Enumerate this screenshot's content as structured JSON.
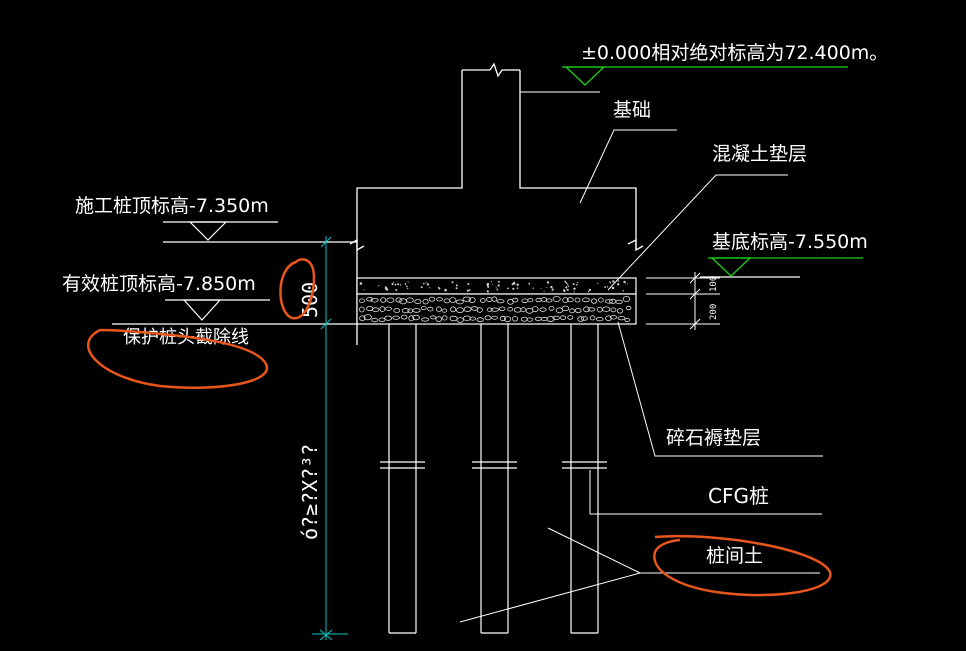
{
  "labels": {
    "datum_note": "±0.000相对绝对标高为72.400m。",
    "foundation": "基础",
    "concrete_cushion": "混凝土垫层",
    "construction_pile_top": "施工桩顶标高-7.350m",
    "base_bottom": "基底标高-7.550m",
    "effective_pile_top": "有效桩顶标高-7.850m",
    "pile_head_cut_line": "保护桩头截除线",
    "gravel_cushion": "碎石褥垫层",
    "cfg_pile": "CFG桩",
    "soil_between_piles": "桩间土"
  },
  "dimensions": {
    "protect_length": "500",
    "pile_length": "ó?≥?X?³?",
    "concrete_thickness": "100",
    "gravel_thickness": "200"
  },
  "colors": {
    "background": "#000000",
    "lines": "#ffffff",
    "elevation_marker": "#19d119",
    "dimension_line": "#00c8c8",
    "annotation_mark": "#e8561c"
  }
}
